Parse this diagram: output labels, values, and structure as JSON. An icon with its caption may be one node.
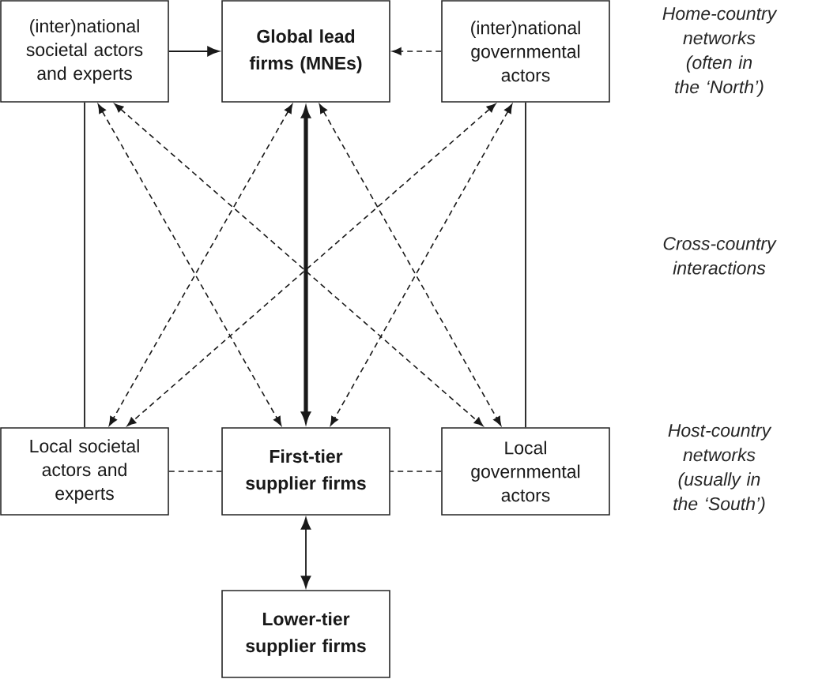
{
  "diagram": {
    "nodes": [
      {
        "text": [
          "(inter)national societal actors and experts"
        ]
      },
      {
        "text": [
          "Global lead firms (MNEs)"
        ]
      },
      {
        "text": [
          "(inter)national governmental actors"
        ]
      },
      {
        "text": [
          "Local societal actors and experts"
        ]
      },
      {
        "text": [
          "First-tier supplier firms"
        ]
      },
      {
        "text": [
          "Local governmental actors"
        ]
      },
      {
        "text": [
          "Lower-tier supplier firms"
        ]
      }
    ],
    "edges": [
      {
        "from": 0,
        "to": 1,
        "arrow": "to"
      },
      {
        "from": 2,
        "to": 1,
        "arrow": "to",
        "style": "dashed"
      },
      {
        "from": 0,
        "to": 3,
        "arrow": "none"
      },
      {
        "from": 2,
        "to": 5,
        "arrow": "none"
      },
      {
        "from": 1,
        "to": 4,
        "arrow": "both",
        "style": "thick"
      },
      {
        "from": 3,
        "to": 4,
        "arrow": "none",
        "style": "dashed"
      },
      {
        "from": 5,
        "to": 4,
        "arrow": "none",
        "style": "dashed"
      },
      {
        "from": 4,
        "to": 6,
        "arrow": "both"
      },
      {
        "from": 0,
        "to": 4,
        "arrow": "both",
        "style": "dashed"
      },
      {
        "from": 0,
        "to": 5,
        "arrow": "both",
        "style": "dashed"
      },
      {
        "from": 1,
        "to": 3,
        "arrow": "both",
        "style": "dashed"
      },
      {
        "from": 1,
        "to": 5,
        "arrow": "both",
        "style": "dashed"
      },
      {
        "from": 2,
        "to": 3,
        "arrow": "both",
        "style": "dashed"
      },
      {
        "from": 2,
        "to": 4,
        "arrow": "both",
        "style": "dashed"
      }
    ],
    "labels": [
      "Home-country networks (often in the ‘North’)",
      "Cross-country interactions",
      "Host-country networks (usually in the ‘South’)"
    ]
  }
}
